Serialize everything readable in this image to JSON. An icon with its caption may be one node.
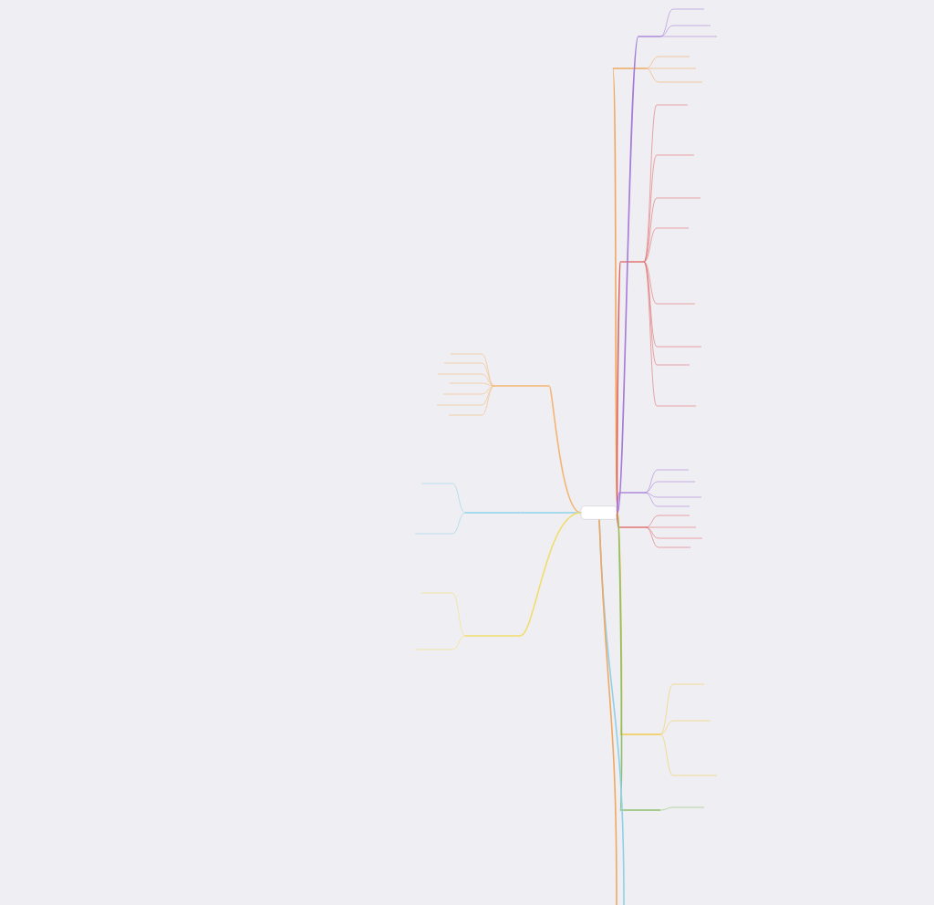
{
  "diagram": {
    "nodes": [
      {
        "text": [],
        "shape": "box"
      },
      {
        "text": [],
        "shape": "bar"
      },
      {
        "text": [],
        "shape": "bar"
      },
      {
        "text": [],
        "shape": "bar"
      },
      {
        "text": [],
        "shape": "bar"
      },
      {
        "text": [],
        "shape": "bar"
      },
      {
        "text": [],
        "shape": "bar"
      },
      {
        "text": [],
        "shape": "bar"
      },
      {
        "text": [],
        "shape": "bar"
      },
      {
        "text": [],
        "shape": "bar"
      },
      {
        "text": [],
        "shape": "bar"
      }
    ],
    "edges": [
      {
        "from": 0,
        "to": 1,
        "arrow": "none",
        "color": "#a57ad8"
      },
      {
        "from": 0,
        "to": 2,
        "arrow": "none",
        "color": "#f0a860"
      },
      {
        "from": 0,
        "to": 3,
        "arrow": "none",
        "color": "#e06464"
      },
      {
        "from": 0,
        "to": 4,
        "arrow": "none",
        "color": "#a57ad8"
      },
      {
        "from": 0,
        "to": 5,
        "arrow": "none",
        "color": "#e06464"
      },
      {
        "from": 0,
        "to": 6,
        "arrow": "none",
        "color": "#f2c94a"
      },
      {
        "from": 0,
        "to": 7,
        "arrow": "none",
        "color": "#8dbf6a"
      },
      {
        "from": 0,
        "to": 8,
        "arrow": "none",
        "color": "#f4b574"
      },
      {
        "from": 0,
        "to": 9,
        "arrow": "none",
        "color": "#8fd0e8"
      },
      {
        "from": 0,
        "to": 10,
        "arrow": "none",
        "color": "#f2dc6a"
      },
      {
        "from": 0,
        "to": null,
        "arrow": "none",
        "color": "#8fd0e8"
      },
      {
        "from": 0,
        "to": null,
        "arrow": "none",
        "color": "#f0a860"
      }
    ]
  }
}
